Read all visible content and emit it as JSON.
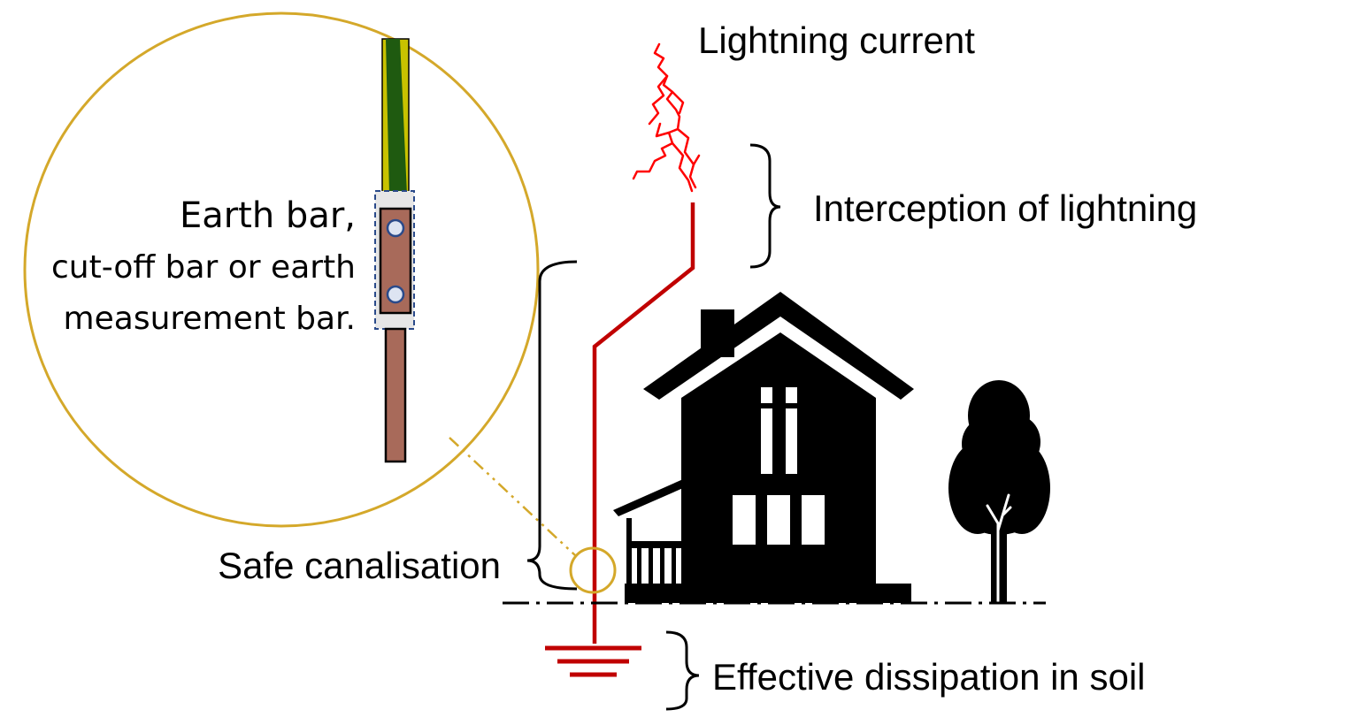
{
  "labels": {
    "lightning_current": "Lightning current",
    "interception": "Interception of lightning",
    "safe_canalisation": "Safe canalisation",
    "dissipation": "Effective dissipation in soil",
    "callout_line1": "Earth bar,",
    "callout_line2": "cut-off bar or earth",
    "callout_line3": "measurement bar."
  },
  "colors": {
    "conductor": "#c00000",
    "lightning": "#ff0000",
    "callout_ring": "#d4a82a",
    "earth_bar": "#a86a5a",
    "cable_green": "#1f5a10",
    "cable_yellow": "#c8c200",
    "silhouette": "#000000",
    "bolt_fill": "#dde4f2",
    "bolt_outline": "#2a4a8a"
  },
  "icons": {
    "house": "house-icon",
    "tree": "tree-icon",
    "lightning": "lightning-bolt-icon",
    "ground": "earth-ground-symbol-icon"
  }
}
